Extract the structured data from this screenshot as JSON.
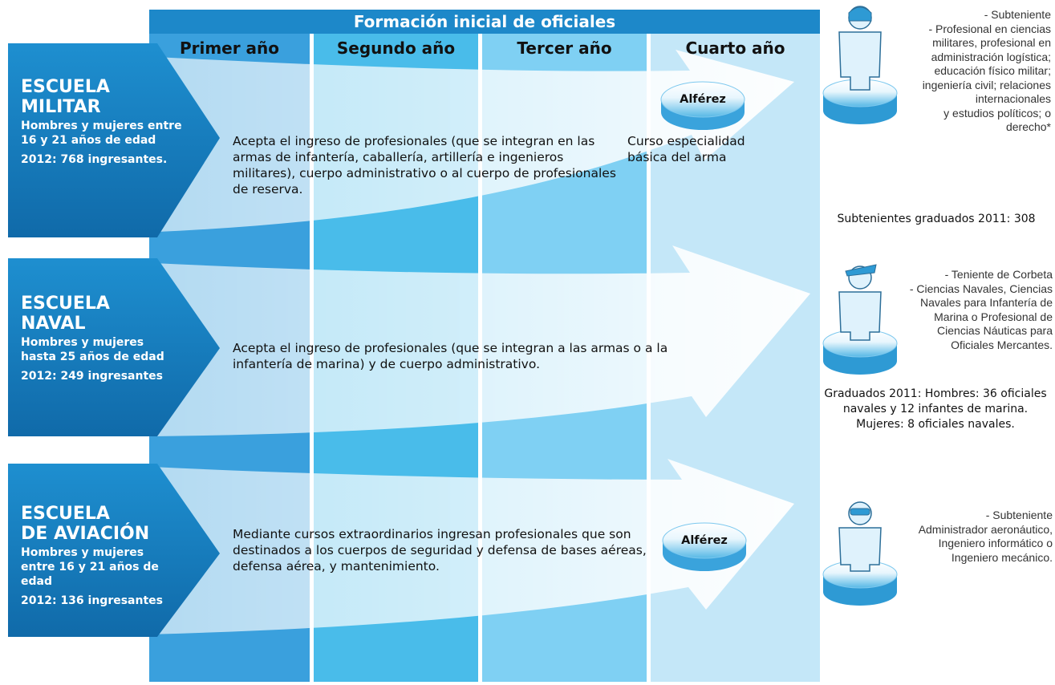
{
  "title": "Formación inicial de oficiales",
  "columns": [
    "Primer año",
    "Segundo año",
    "Tercer año",
    "Cuarto año"
  ],
  "schools": [
    {
      "name_lines": [
        "ESCUELA",
        "MILITAR"
      ],
      "eligibility": "Hombres y mujeres entre 16 y 21 años de edad",
      "intake": "2012: 768 ingresantes.",
      "admission": "Acepta el ingreso de profesionales (que se integran en las armas de infantería, caballería, artillería e ingenieros militares), cuerpo administrativo o al cuerpo de profesionales de reserva.",
      "badge": "Alférez",
      "course": "Curso especialidad básica del arma",
      "outcome": "- Subteniente\n- Profesional en ciencias militares, profesional en administración logística; educación físico militar; ingeniería civil; relaciones internacionales\ny estudios políticos; o derecho*",
      "graduates": "Subtenientes graduados 2011: 308"
    },
    {
      "name_lines": [
        "ESCUELA",
        "NAVAL"
      ],
      "eligibility": "Hombres y mujeres hasta 25 años de edad",
      "intake": "2012: 249 ingresantes",
      "admission": "Acepta el ingreso de profesionales (que se integran a las armas o a la infantería de marina) y de cuerpo administrativo.",
      "outcome": "-  Teniente de Corbeta\n- Ciencias Navales, Ciencias Navales para Infantería de Marina o Profesional de Ciencias Náuticas para Oficiales Mercantes.",
      "graduates": "Graduados 2011: Hombres: 36 oficiales navales y 12 infantes de marina. Mujeres: 8 oficiales navales."
    },
    {
      "name_lines": [
        "ESCUELA",
        "DE AVIACIÓN"
      ],
      "eligibility": "Hombres y mujeres entre 16 y 21 años de edad",
      "intake": "2012: 136 ingresantes",
      "admission": "Mediante cursos extraordinarios ingresan profesionales que son destinados a los cuerpos de seguridad y defensa de bases aéreas, defensa aérea, y mantenimiento.",
      "badge": "Alférez",
      "outcome": "- Subteniente\nAdministrador aeronáutico, Ingeniero informático o Ingeniero mecánico."
    }
  ],
  "colors": {
    "title_bar": "#1d88c9",
    "school_block": "#1b7fbf",
    "col1": "#3aa0dd",
    "col2": "#49bcea",
    "col3": "#7fd0f3",
    "col4": "#c4e7f8"
  }
}
